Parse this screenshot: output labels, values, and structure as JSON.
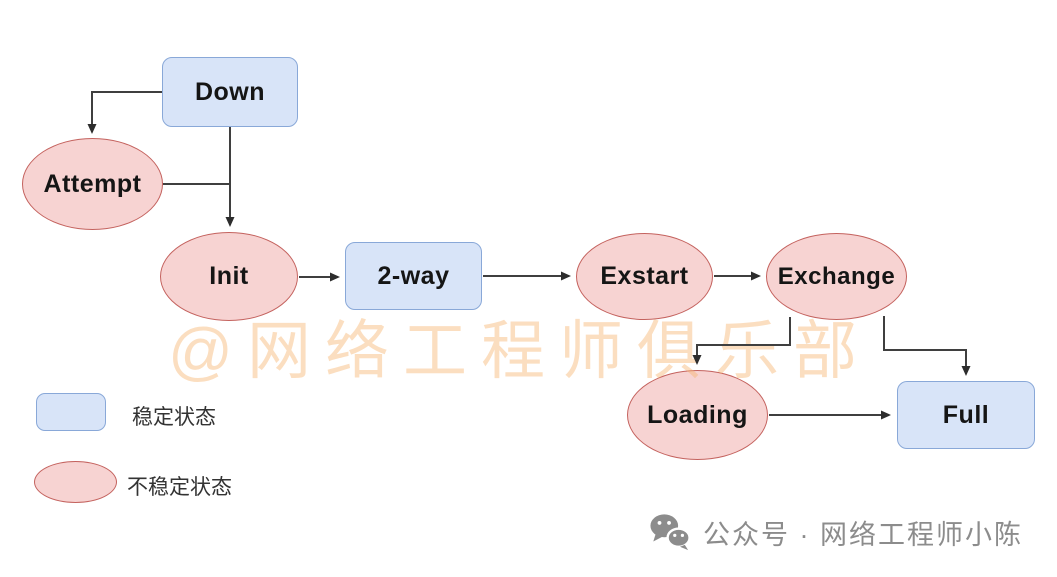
{
  "diagram": {
    "nodes": [
      {
        "label": "Down",
        "shape": "rect",
        "type": "stable"
      },
      {
        "label": "Attempt",
        "shape": "ellipse",
        "type": "unstable"
      },
      {
        "label": "Init",
        "shape": "ellipse",
        "type": "unstable"
      },
      {
        "label": "2-way",
        "shape": "rect",
        "type": "stable"
      },
      {
        "label": "Exstart",
        "shape": "ellipse",
        "type": "unstable"
      },
      {
        "label": "Exchange",
        "shape": "ellipse",
        "type": "unstable"
      },
      {
        "label": "Loading",
        "shape": "ellipse",
        "type": "unstable"
      },
      {
        "label": "Full",
        "shape": "rect",
        "type": "stable"
      }
    ],
    "edges": [
      {
        "from": "Down",
        "to": "Attempt"
      },
      {
        "from": "Down",
        "to": "Init"
      },
      {
        "from": "Attempt",
        "to": "Init"
      },
      {
        "from": "Init",
        "to": "2-way"
      },
      {
        "from": "2-way",
        "to": "Exstart"
      },
      {
        "from": "Exstart",
        "to": "Exchange"
      },
      {
        "from": "Exchange",
        "to": "Loading"
      },
      {
        "from": "Exchange",
        "to": "Full"
      },
      {
        "from": "Loading",
        "to": "Full"
      }
    ],
    "watermark": "@网络工程师俱乐部"
  },
  "legend": {
    "stable": "稳定状态",
    "unstable": "不稳定状态"
  },
  "footer": {
    "icon": "wechat-icon",
    "text": "公众号 · 网络工程师小陈"
  },
  "colors": {
    "stable_fill": "#d8e4f8",
    "stable_border": "#89a8d8",
    "unstable_fill": "#f7d3d2",
    "unstable_border": "#c4625e",
    "arrow": "#3f3f3f",
    "watermark": "#f6b26b",
    "footer_text": "#8c8c8c"
  }
}
